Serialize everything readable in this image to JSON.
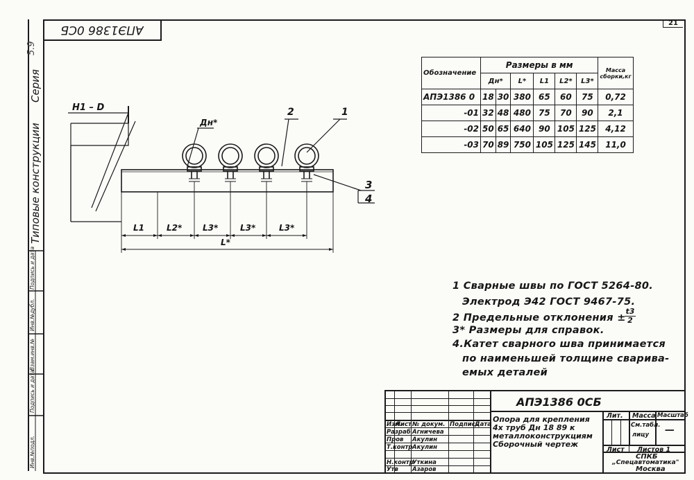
{
  "drawing_code": "АПЭ1386 0СБ",
  "sheet_number": "21",
  "margin": {
    "series_label": "Серия",
    "series_value": "5.9",
    "typical_label": "Типовые конструкции",
    "stamp_cells": [
      "Инв.№подл.",
      "Подпись и дата",
      "Взам.инв.№",
      "Инв.№дубл.",
      "Подпись и дата"
    ]
  },
  "drawing": {
    "label_h1": "H1 – D",
    "label_dn": "Дн*",
    "callout_1": "1",
    "callout_2": "2",
    "callout_3": "3",
    "callout_4": "4",
    "dim_l1": "L1",
    "dim_l2": "L2*",
    "dim_l3a": "L3*",
    "dim_l3b": "L3*",
    "dim_l3c": "L3*",
    "dim_total": "L*"
  },
  "dim_table": {
    "header_group": "Размеры в мм",
    "col_designation": "Обозначение",
    "col_mass": "Масса сборки,кг",
    "sub_headers": [
      "Дн*",
      "L*",
      "L1",
      "L2*",
      "L3*"
    ],
    "rows": [
      {
        "code": "АПЭ1386 0",
        "dn1": "18",
        "dn2": "30",
        "L": "380",
        "L1": "65",
        "L2": "60",
        "L3": "75",
        "mass": "0,72"
      },
      {
        "code": "-01",
        "dn1": "32",
        "dn2": "48",
        "L": "480",
        "L1": "75",
        "L2": "70",
        "L3": "90",
        "mass": "2,1"
      },
      {
        "code": "-02",
        "dn1": "50",
        "dn2": "65",
        "L": "640",
        "L1": "90",
        "L2": "105",
        "L3": "125",
        "mass": "4,12"
      },
      {
        "code": "-03",
        "dn1": "70",
        "dn2": "89",
        "L": "750",
        "L1": "105",
        "L2": "125",
        "L3": "145",
        "mass": "11,0"
      }
    ]
  },
  "notes": [
    "1 Сварные швы по ГОСТ 5264-80.",
    "Электрод Э42 ГОСТ 9467-75.",
    "2 Предельные отклонения ±",
    "3* Размеры для справок.",
    "4.Катет сварного шва принимается",
    "по наименьшей толщине сварива-",
    "емых деталей"
  ],
  "tolerance_fraction": {
    "numerator": "t3",
    "denominator": "2"
  },
  "title_block": {
    "code": "АПЭ1386 0СБ",
    "title_lines": [
      "Опора для крепления",
      "4х труб Дн 18  89 к",
      "металлоконструкциям",
      "Сборочный чертеж"
    ],
    "col_heads": [
      "Изм.",
      "Лист",
      "№ докум.",
      "Подпись",
      "Дата"
    ],
    "roles": [
      "Разраб",
      "Пров",
      "Т.контр",
      "",
      "Н.контр",
      "Утв"
    ],
    "names": [
      "Агничева",
      "Акулин",
      "Акулин",
      "",
      "Уткина",
      "Азаров"
    ],
    "lit_label": "Лит.",
    "mass_label": "Масса",
    "scale_label": "Масштаб",
    "mass_value": "См.табл.",
    "mass_value2": "лицу",
    "scale_value": "—",
    "sheet_label": "Лист",
    "sheets_label": "Листов 1",
    "org_line1": "СПКБ",
    "org_line2": "„Спецавтоматика\"",
    "org_line3": "Москва"
  }
}
